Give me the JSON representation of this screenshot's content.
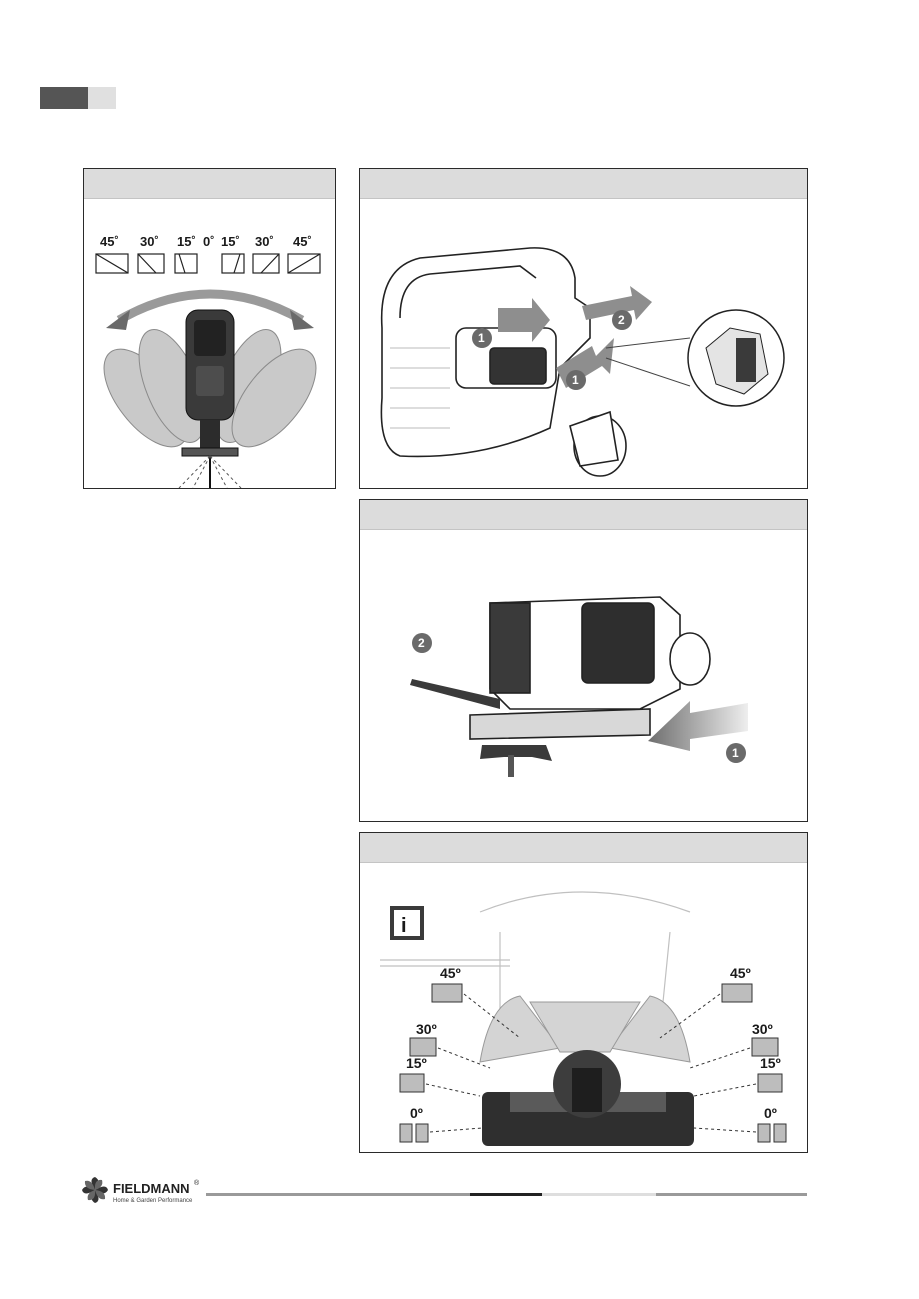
{
  "header_tabs": {
    "dark_color": "#555555",
    "light_color": "#e0e0e0"
  },
  "fig_angles": {
    "labels": [
      "45˚",
      "30˚",
      "15˚",
      "0˚",
      "15˚",
      "30˚",
      "45˚"
    ]
  },
  "fig_remove": {
    "step1": "1",
    "step2": "2"
  },
  "fig_blade": {
    "step1": "1",
    "step2": "2"
  },
  "fig_bevel": {
    "info_icon": "i",
    "left_labels": [
      "45º",
      "30º",
      "15º",
      "0º"
    ],
    "right_labels": [
      "45º",
      "30º",
      "15º",
      "0º"
    ]
  },
  "footer": {
    "brand": "FIELDMANN",
    "tagline": "Home & Garden Performance",
    "reg": "®"
  }
}
